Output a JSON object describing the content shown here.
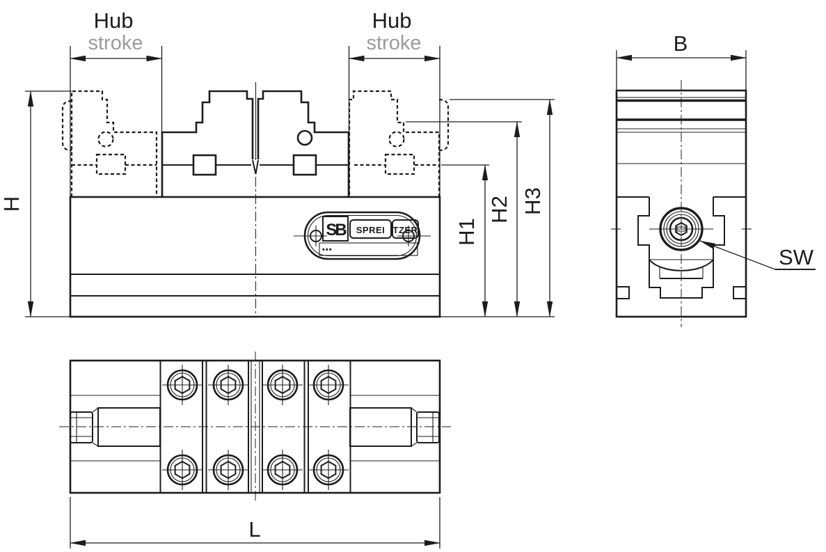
{
  "drawing": {
    "labels": {
      "hub_left": "Hub",
      "stroke_left": "stroke",
      "hub_right": "Hub",
      "stroke_right": "stroke",
      "h": "H",
      "h1": "H1",
      "h2": "H2",
      "h3": "H3",
      "b": "B",
      "l": "L",
      "sw": "SW"
    },
    "nameplate": {
      "logo": "SB",
      "brand_part1": "SPREI",
      "brand_part2": "TZER",
      "serial_dots": "•••"
    },
    "colors": {
      "line": "#1c1c1c",
      "secondary_text": "#9b9b9b",
      "background": "#ffffff"
    }
  }
}
